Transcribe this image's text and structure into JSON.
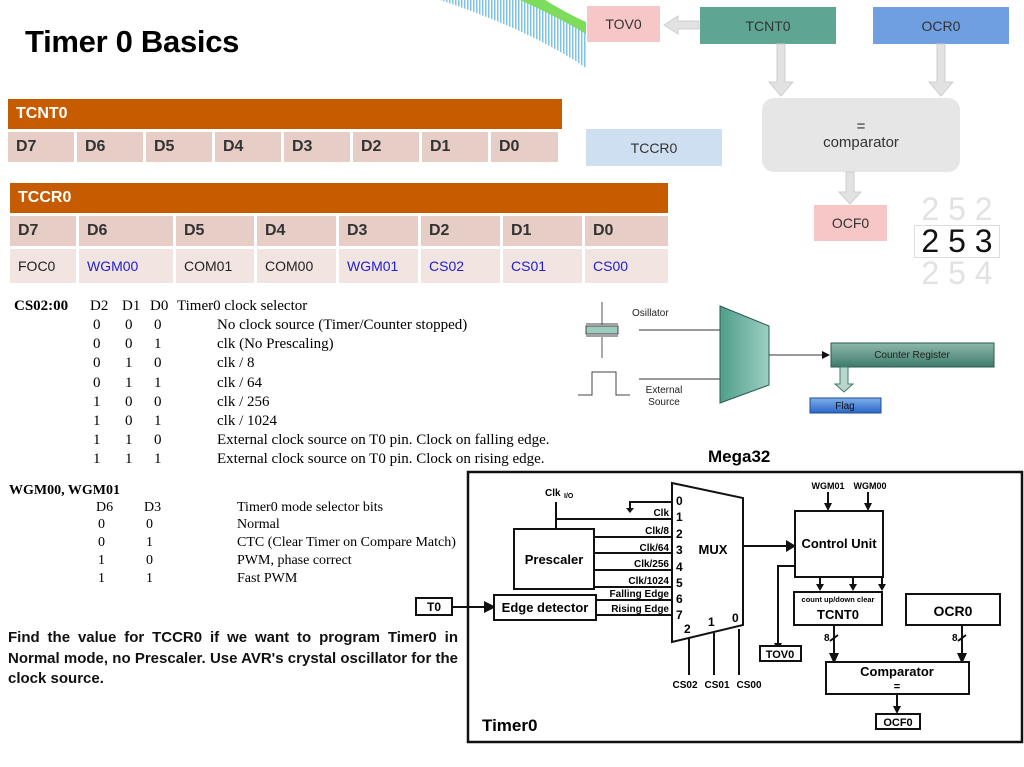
{
  "title": "Timer 0 Basics",
  "tcnt0": {
    "label": "TCNT0",
    "bits": [
      "D7",
      "D6",
      "D5",
      "D4",
      "D3",
      "D2",
      "D1",
      "D0"
    ]
  },
  "tccr0": {
    "label": "TCCR0",
    "bits": [
      "D7",
      "D6",
      "D5",
      "D4",
      "D3",
      "D2",
      "D1",
      "D0"
    ],
    "names": [
      {
        "text": "FOC0",
        "highlight": false
      },
      {
        "text": "WGM00",
        "highlight": true
      },
      {
        "text": "COM01",
        "highlight": false
      },
      {
        "text": "COM00",
        "highlight": false
      },
      {
        "text": "WGM01",
        "highlight": true
      },
      {
        "text": "CS02",
        "highlight": true
      },
      {
        "text": "CS01",
        "highlight": true
      },
      {
        "text": "CS00",
        "highlight": true
      }
    ]
  },
  "block_diagram": {
    "tov0": "TOV0",
    "tcnt0": "TCNT0",
    "ocr0": "OCR0",
    "tccr0": "TCCR0",
    "comparator_symbol": "=",
    "comparator": "comparator",
    "ocf0": "OCF0",
    "counter_prev": "2 5 2",
    "counter_value": "2 5 3",
    "counter_next": "2 5 4"
  },
  "clock_selector": {
    "label": "CS02:00",
    "headers": [
      "D2",
      "D1",
      "D0",
      "Timer0 clock selector"
    ],
    "rows": [
      {
        "bits": [
          "0",
          "0",
          "0"
        ],
        "desc": "No clock source (Timer/Counter stopped)"
      },
      {
        "bits": [
          "0",
          "0",
          "1"
        ],
        "desc": "clk (No Prescaling)"
      },
      {
        "bits": [
          "0",
          "1",
          "0"
        ],
        "desc": "clk / 8"
      },
      {
        "bits": [
          "0",
          "1",
          "1"
        ],
        "desc": "clk / 64"
      },
      {
        "bits": [
          "1",
          "0",
          "0"
        ],
        "desc": "clk / 256"
      },
      {
        "bits": [
          "1",
          "0",
          "1"
        ],
        "desc": "clk / 1024"
      },
      {
        "bits": [
          "1",
          "1",
          "0"
        ],
        "desc": "External clock source on T0 pin. Clock on falling edge."
      },
      {
        "bits": [
          "1",
          "1",
          "1"
        ],
        "desc": "External clock source on T0 pin. Clock on rising edge."
      }
    ]
  },
  "mode_selector": {
    "label": "WGM00, WGM01",
    "headers": [
      "D6",
      "D3",
      "Timer0 mode selector bits"
    ],
    "rows": [
      {
        "bits": [
          "0",
          "0"
        ],
        "desc": "Normal"
      },
      {
        "bits": [
          "0",
          "1"
        ],
        "desc": "CTC (Clear Timer on Compare Match)"
      },
      {
        "bits": [
          "1",
          "0"
        ],
        "desc": "PWM, phase correct"
      },
      {
        "bits": [
          "1",
          "1"
        ],
        "desc": "Fast PWM"
      }
    ]
  },
  "source_diagram": {
    "oscillator": "Osillator",
    "external_line1": "External",
    "external_line2": "Source",
    "counter_register": "Counter Register",
    "flag": "Flag"
  },
  "mega32": {
    "title": "Mega32",
    "clk_io": "Clk",
    "clk_io_sub": "I/O",
    "prescaler": "Prescaler",
    "edge_detector": "Edge detector",
    "t0": "T0",
    "mux": "MUX",
    "mux_inputs": [
      "Clk",
      "Clk/8",
      "Clk/64",
      "Clk/256",
      "Clk/1024",
      "Falling Edge",
      "Rising Edge"
    ],
    "mux_input_numbers": [
      "0",
      "1",
      "2",
      "3",
      "4",
      "5",
      "6",
      "7"
    ],
    "mux_select_numbers": [
      "2",
      "1",
      "0"
    ],
    "cs_labels": [
      "CS02",
      "CS01",
      "CS00"
    ],
    "wgm_labels": [
      "WGM01",
      "WGM00"
    ],
    "control_unit": "Control Unit",
    "tcnt0_controls": "count up/down  clear",
    "tcnt0": "TCNT0",
    "ocr0": "OCR0",
    "bus_width": "8",
    "tov0": "TOV0",
    "comparator": "Comparator",
    "comparator_symbol": "=",
    "ocf0": "OCF0",
    "timer0": "Timer0"
  },
  "question": "Find the value for TCCR0 if we want to program Timer0 in Normal mode, no Prescaler. Use AVR's crystal oscillator for the clock source."
}
